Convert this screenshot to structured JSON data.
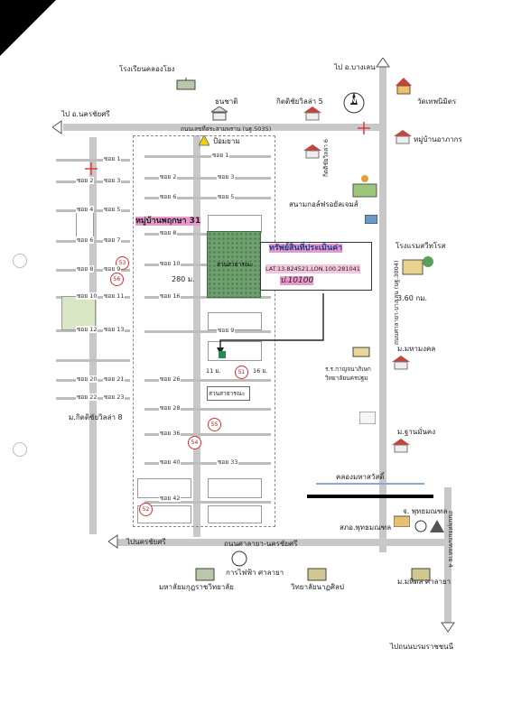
{
  "labels": {
    "school_klong_yong": "โรงเรียนคลองโยง",
    "to_bang_len": "ไป อ.บางเลน",
    "to_nakhon_chaisi_top": "ไป อ.นครชัยศรี",
    "thanachart": "ธนชาติ",
    "kittichai_5": "กิตติชัยวิลล่า 5",
    "wat_thep": "วัดเทพนิมิตร",
    "main_road_top": "ถนนเลขที่สระสามพราน (นฐ.5035)",
    "post_box": "ป้อมยาม",
    "mu_baan_arpakorn": "หมู่บ้านอาภากร",
    "kittichai_6": "กิตติชัยวิลล่า 6",
    "mu_baan_pruksa": "หมู่บ้านพฤกษา 31",
    "golf": "สนามกอล์ฟรอยัลเจมส์",
    "resort": "โรงแรมสวีทโรส",
    "prop_title": "ทรัพย์สินที่ประเมินค่า",
    "latlon": "LAT.13.824521,LON.100.281041",
    "prop_code": "ป.10100",
    "park_1": "สวนสาธารณะ",
    "dist_280": "280 ม.",
    "dist_360": "3.60 กม.",
    "rajamangala": "ม.มหามงคล",
    "sports_school": "ร.ร.กาญจนาภิเษก\nวิทยาลัยนครปฐม",
    "park_2": "สวนสาธารณะ",
    "kittichai_8": "ม.กิตติชัยวิลล่า 8",
    "ban_mankong": "ม.ฐานมั่นคง",
    "canal": "คลองมหาสวัสดิ์",
    "post_office": "สภอ.พุทธมณฑล",
    "police": "จ. พุทธมณฑล",
    "to_nakhon_chaisi_bottom": "ไปนครชัยศรี",
    "road_bottom": "ถนนศาลายา-นครชัยศรี",
    "mahidol_univ_kanchana": "มหาลัยมกุฎราชวิทยาลัย",
    "provincial_electric": "การไฟฟ้า ศาลายา",
    "art_college": "วิทยาลัยนาฏศิลป",
    "mahidol": "ม.มหิดล ศาลายา",
    "to_borommaratchachonnani": "ไปถนนบรมราชชนนี",
    "vertical_road_right": "ถนนพุทธมณฑลสาย 4",
    "vertical_road_right2": "ถนนศาลายา-บางเลน (นฐ.3004)",
    "dist_11": "11 ม.",
    "dist_16": "16 ม."
  },
  "sois": [
    {
      "id": "1",
      "text": "ซอย 1"
    },
    {
      "id": "2",
      "text": "ซอย 2"
    },
    {
      "id": "3",
      "text": "ซอย 3"
    },
    {
      "id": "4",
      "text": "ซอย 4"
    },
    {
      "id": "5",
      "text": "ซอย 5"
    },
    {
      "id": "6",
      "text": "ซอย 6"
    },
    {
      "id": "7",
      "text": "ซอย 7"
    },
    {
      "id": "8",
      "text": "ซอย 8"
    },
    {
      "id": "9",
      "text": "ซอย 9"
    },
    {
      "id": "10",
      "text": "ซอย 10"
    },
    {
      "id": "11",
      "text": "ซอย 11"
    },
    {
      "id": "12",
      "text": "ซอย 12"
    },
    {
      "id": "13",
      "text": "ซอย 13"
    },
    {
      "id": "16",
      "text": "ซอย 16"
    },
    {
      "id": "20",
      "text": "ซอย 20"
    },
    {
      "id": "21",
      "text": "ซอย 21"
    },
    {
      "id": "22",
      "text": "ซอย 22"
    },
    {
      "id": "23",
      "text": "ซอย 23"
    },
    {
      "id": "26",
      "text": "ซอย 26"
    },
    {
      "id": "28",
      "text": "ซอย 28"
    },
    {
      "id": "33",
      "text": "ซอย 33"
    },
    {
      "id": "36",
      "text": "ซอย 36"
    },
    {
      "id": "40",
      "text": "ซอย 40"
    },
    {
      "id": "42",
      "text": "ซอย 42"
    }
  ],
  "markers": {
    "s1": "51",
    "s2": "52",
    "s3": "53",
    "s4": "54",
    "s5": "55",
    "s6": "56"
  },
  "compass": "N",
  "colors": {
    "road": "#c8c8c8",
    "park": "#6f9f6f",
    "highlight": "#e79ac9",
    "rail": "#000000",
    "cross": "#e03a3a"
  }
}
